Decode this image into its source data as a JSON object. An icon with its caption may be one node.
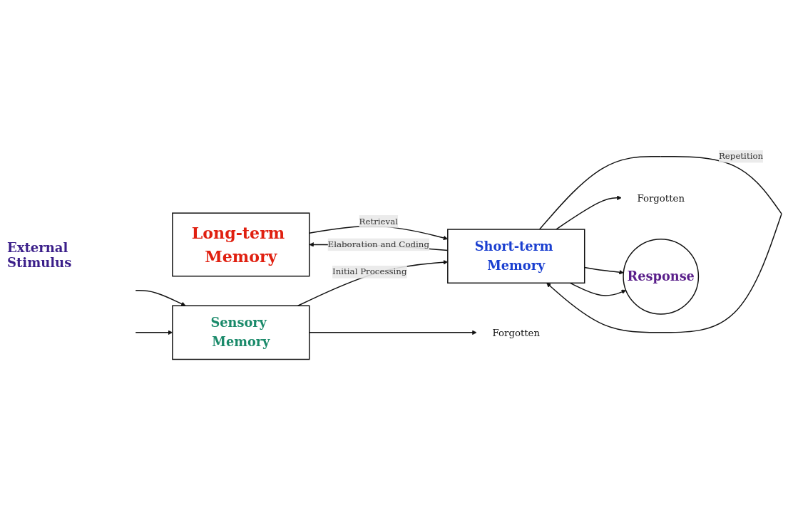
{
  "diagram": {
    "nodes": [
      {
        "text": [
          "Long-term Memory"
        ]
      },
      {
        "text": [
          "Sensory Memory"
        ]
      },
      {
        "text": [
          "Short-term Memory"
        ]
      },
      {
        "text": [
          "Response"
        ]
      },
      {
        "text": [
          "Forgotten"
        ]
      },
      {
        "text": [
          "Forgotten"
        ]
      }
    ],
    "edges": [
      {
        "from": null,
        "to": 1,
        "arrow": "to"
      },
      {
        "from": null,
        "to": 1,
        "arrow": "to"
      },
      {
        "from": 1,
        "to": 2,
        "label": "Initial Processing",
        "arrow": "to"
      },
      {
        "from": 0,
        "to": 2,
        "label": "Retrieval",
        "arrow": "to"
      },
      {
        "from": 2,
        "to": 0,
        "label": "Elaboration and Coding",
        "arrow": "to"
      },
      {
        "from": 1,
        "to": 4,
        "arrow": "to"
      },
      {
        "from": 2,
        "to": 2,
        "label": "Repetition",
        "arrow": "to"
      },
      {
        "from": 2,
        "to": 5,
        "arrow": "to"
      },
      {
        "from": 2,
        "to": 3,
        "arrow": "to"
      },
      {
        "from": 2,
        "to": 3,
        "arrow": "to"
      }
    ],
    "labels": [
      "External Stimulus"
    ]
  }
}
